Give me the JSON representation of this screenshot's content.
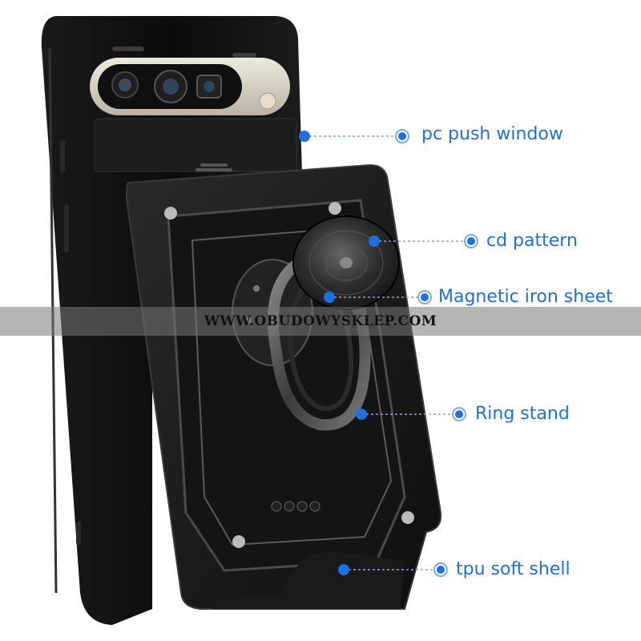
{
  "labels": {
    "pc_push_window": "pc push window",
    "cd_pattern": "cd pattern",
    "magnetic_iron_sheet": "Magnetic iron sheet",
    "ring_stand": "Ring stand",
    "tpu_soft_shell": "tpu soft shell"
  },
  "watermark": "WWW.OBUDOWYSKLEP.COM",
  "colors": {
    "callout": "#1e6fe0",
    "label_text": "#1e6fe0",
    "case": "#111111",
    "camera_bar": "#d9d4c8",
    "background": "#ffffff"
  }
}
